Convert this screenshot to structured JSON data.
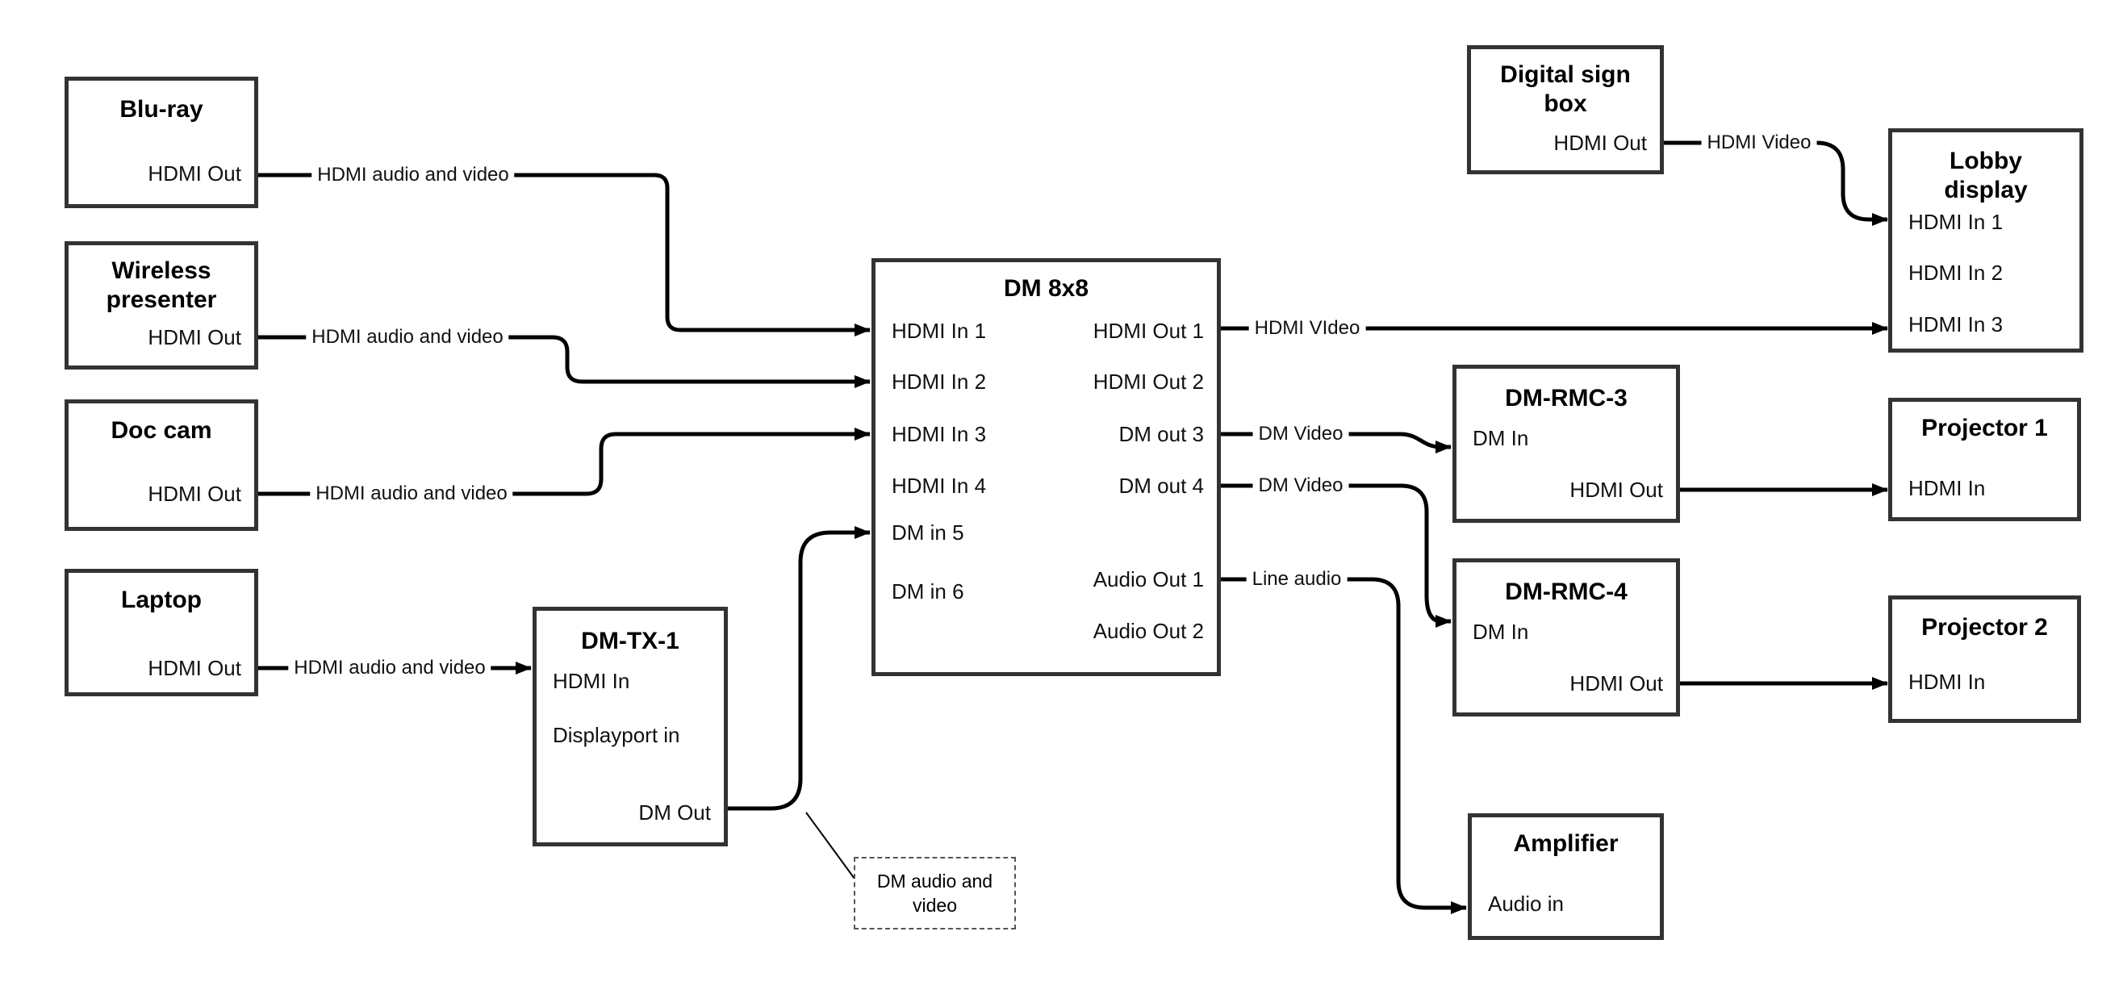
{
  "nodes": {
    "bluray": {
      "title": "Blu-ray",
      "hdmi_out": "HDMI Out"
    },
    "wireless": {
      "title": "Wireless presenter",
      "hdmi_out": "HDMI Out"
    },
    "doccam": {
      "title": "Doc cam",
      "hdmi_out": "HDMI Out"
    },
    "laptop": {
      "title": "Laptop",
      "hdmi_out": "HDMI Out"
    },
    "dmtx1": {
      "title": "DM-TX-1",
      "hdmi_in": "HDMI In",
      "displayport_in": "Displayport in",
      "dm_out": "DM Out"
    },
    "dm8x8": {
      "title": "DM 8x8",
      "inputs": [
        "HDMI In 1",
        "HDMI In 2",
        "HDMI In 3",
        "HDMI In 4",
        "DM in 5",
        "DM in 6"
      ],
      "outputs": [
        "HDMI Out 1",
        "HDMI Out 2",
        "DM out 3",
        "DM out 4",
        "Audio Out 1",
        "Audio Out 2"
      ]
    },
    "digital_sign": {
      "title": "Digital sign box",
      "hdmi_out": "HDMI Out"
    },
    "lobby": {
      "title": "Lobby display",
      "inputs": [
        "HDMI In 1",
        "HDMI In 2",
        "HDMI In 3"
      ]
    },
    "rmc3": {
      "title": "DM-RMC-3",
      "dm_in": "DM In",
      "hdmi_out": "HDMI Out"
    },
    "proj1": {
      "title": "Projector 1",
      "hdmi_in": "HDMI In"
    },
    "rmc4": {
      "title": "DM-RMC-4",
      "dm_in": "DM In",
      "hdmi_out": "HDMI Out"
    },
    "proj2": {
      "title": "Projector 2",
      "hdmi_in": "HDMI In"
    },
    "amplifier": {
      "title": "Amplifier",
      "audio_in": "Audio in"
    }
  },
  "wire_labels": {
    "bluray": "HDMI audio and video",
    "wireless": "HDMI audio and video",
    "doccam": "HDMI audio and video",
    "laptop": "HDMI audio and video",
    "digital_sign": "HDMI Video",
    "hdmi_out1": "HDMI VIdeo",
    "dm_out3": "DM Video",
    "dm_out4": "DM Video",
    "audio_out1": "Line audio"
  },
  "annotation": {
    "note": "DM audio and video"
  },
  "colors": {
    "stroke": "#000000",
    "box_border": "#333333",
    "text": "#000000",
    "background": "#ffffff"
  }
}
